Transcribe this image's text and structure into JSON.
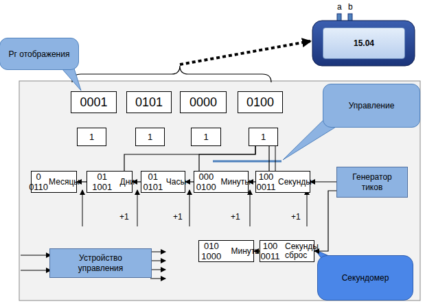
{
  "diagram": {
    "nodes": [
      {
        "text": [
          "Рг отображения"
        ]
      },
      {
        "text": [
          "15.04"
        ]
      },
      {
        "text": [
          "0001"
        ]
      },
      {
        "text": [
          "0101"
        ]
      },
      {
        "text": [
          "0000"
        ]
      },
      {
        "text": [
          "0100"
        ]
      },
      {
        "text": [
          "1"
        ]
      },
      {
        "text": [
          "1"
        ]
      },
      {
        "text": [
          "1"
        ]
      },
      {
        "text": [
          "1"
        ]
      },
      {
        "text": [
          "Управление"
        ]
      },
      {
        "text": [
          "0 0110",
          "Месяцы"
        ]
      },
      {
        "text": [
          "01 1001",
          "Дни"
        ]
      },
      {
        "text": [
          "01 0101",
          "Часы"
        ]
      },
      {
        "text": [
          "000 0100",
          "Минуты"
        ]
      },
      {
        "text": [
          "100 0011",
          "Секунды"
        ]
      },
      {
        "text": [
          "Генератор тиков"
        ]
      },
      {
        "text": [
          "Устройство управления"
        ]
      },
      {
        "text": [
          "010 1000",
          "Минуты"
        ]
      },
      {
        "text": [
          "100 0011",
          "Секунды сброс"
        ]
      },
      {
        "text": [
          "Секундомер"
        ]
      }
    ],
    "edges": [
      {
        "from": 15,
        "to": 14,
        "arrow": "to"
      },
      {
        "from": 14,
        "to": 13,
        "arrow": "to"
      },
      {
        "from": 13,
        "to": 12,
        "arrow": "to"
      },
      {
        "from": 12,
        "to": 11,
        "arrow": "to"
      },
      {
        "from": 16,
        "to": 15,
        "arrow": "to"
      },
      {
        "from": 16,
        "to": 19,
        "arrow": "to"
      },
      {
        "from": 19,
        "to": 18,
        "arrow": "to"
      },
      {
        "from": 12,
        "to": 9,
        "arrow": "none"
      },
      {
        "from": 14,
        "to": 9,
        "arrow": "none"
      },
      {
        "from": 15,
        "to": 9,
        "arrow": "none"
      }
    ],
    "labels": [
      "a",
      "b",
      "+1",
      "+1",
      "+1",
      "+1"
    ]
  }
}
